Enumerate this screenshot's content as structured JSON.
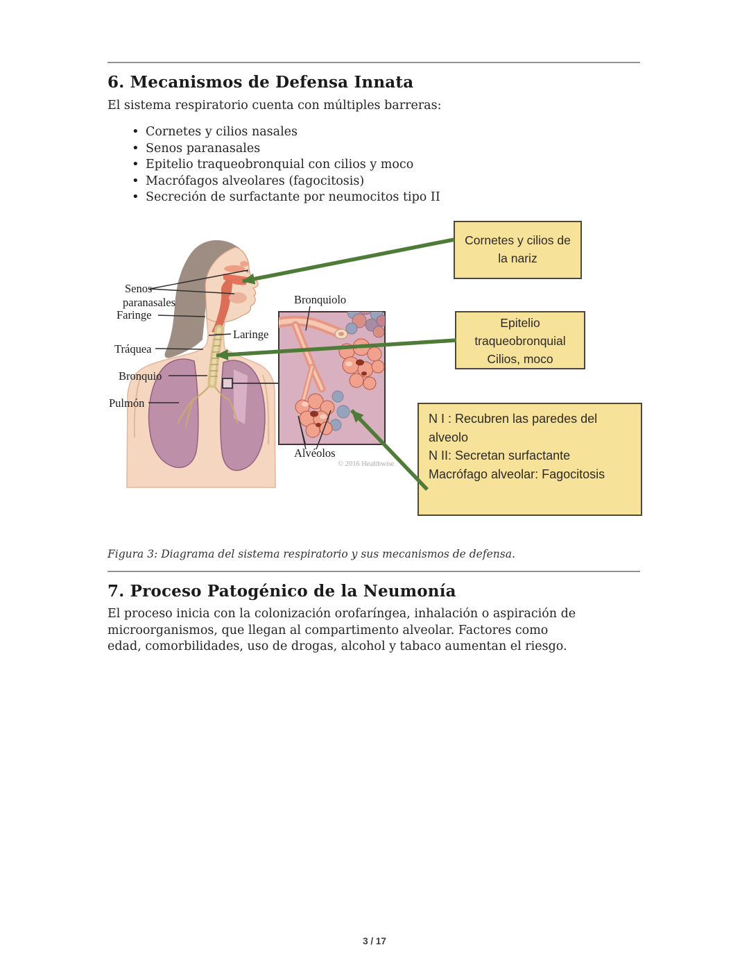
{
  "page": {
    "footer": {
      "page_indicator": "3 / 17"
    }
  },
  "section6": {
    "title": "6. Mecanismos de Defensa Innata",
    "intro": "El sistema respiratorio cuenta con múltiples barreras:",
    "bullets": [
      "Cornetes y cilios nasales",
      "Senos paranasales",
      "Epitelio traqueobronquial con cilios y moco",
      "Macrófagos alveolares (fagocitosis)",
      "Secreción de surfactante por neumocitos tipo II"
    ]
  },
  "figure": {
    "caption": "Figura 3: Diagrama del sistema respiratorio y sus mecanismos de defensa.",
    "credit": "© 2016 Healthwise",
    "anatomy_labels": {
      "senos_line1": "Senos",
      "senos_line2": "paranasales",
      "faringe": "Faringe",
      "laringe": "Laringe",
      "traquea": "Tráquea",
      "bronquio": "Bronquio",
      "pulmon": "Pulmón",
      "bronquiolo": "Bronquiolo",
      "alveolos": "Alvéolos"
    },
    "callouts": {
      "nariz": {
        "text": "Cornetes y cilios de la nariz"
      },
      "epitelio": {
        "lines": [
          "Epitelio traqueobronquial",
          "Cilios, moco"
        ]
      },
      "neumocitos": {
        "lines": [
          "N I : Recubren las paredes del alveolo",
          "N II: Secretan surfactante",
          "Macrófago alveolar: Fagocitosis"
        ]
      }
    },
    "colors": {
      "callout_bg": "#f7e29a",
      "callout_border": "#4c473f",
      "arrow_green": "#4e7c38"
    }
  },
  "section7": {
    "title": "7. Proceso Patogénico de la Neumonía",
    "body": "El proceso inicia con la colonización orofaríngea, inhalación o aspiración de microorganismos, que llegan al compartimento alveolar. Factores como edad, comorbilidades, uso de drogas, alcohol y tabaco aumentan el riesgo."
  }
}
